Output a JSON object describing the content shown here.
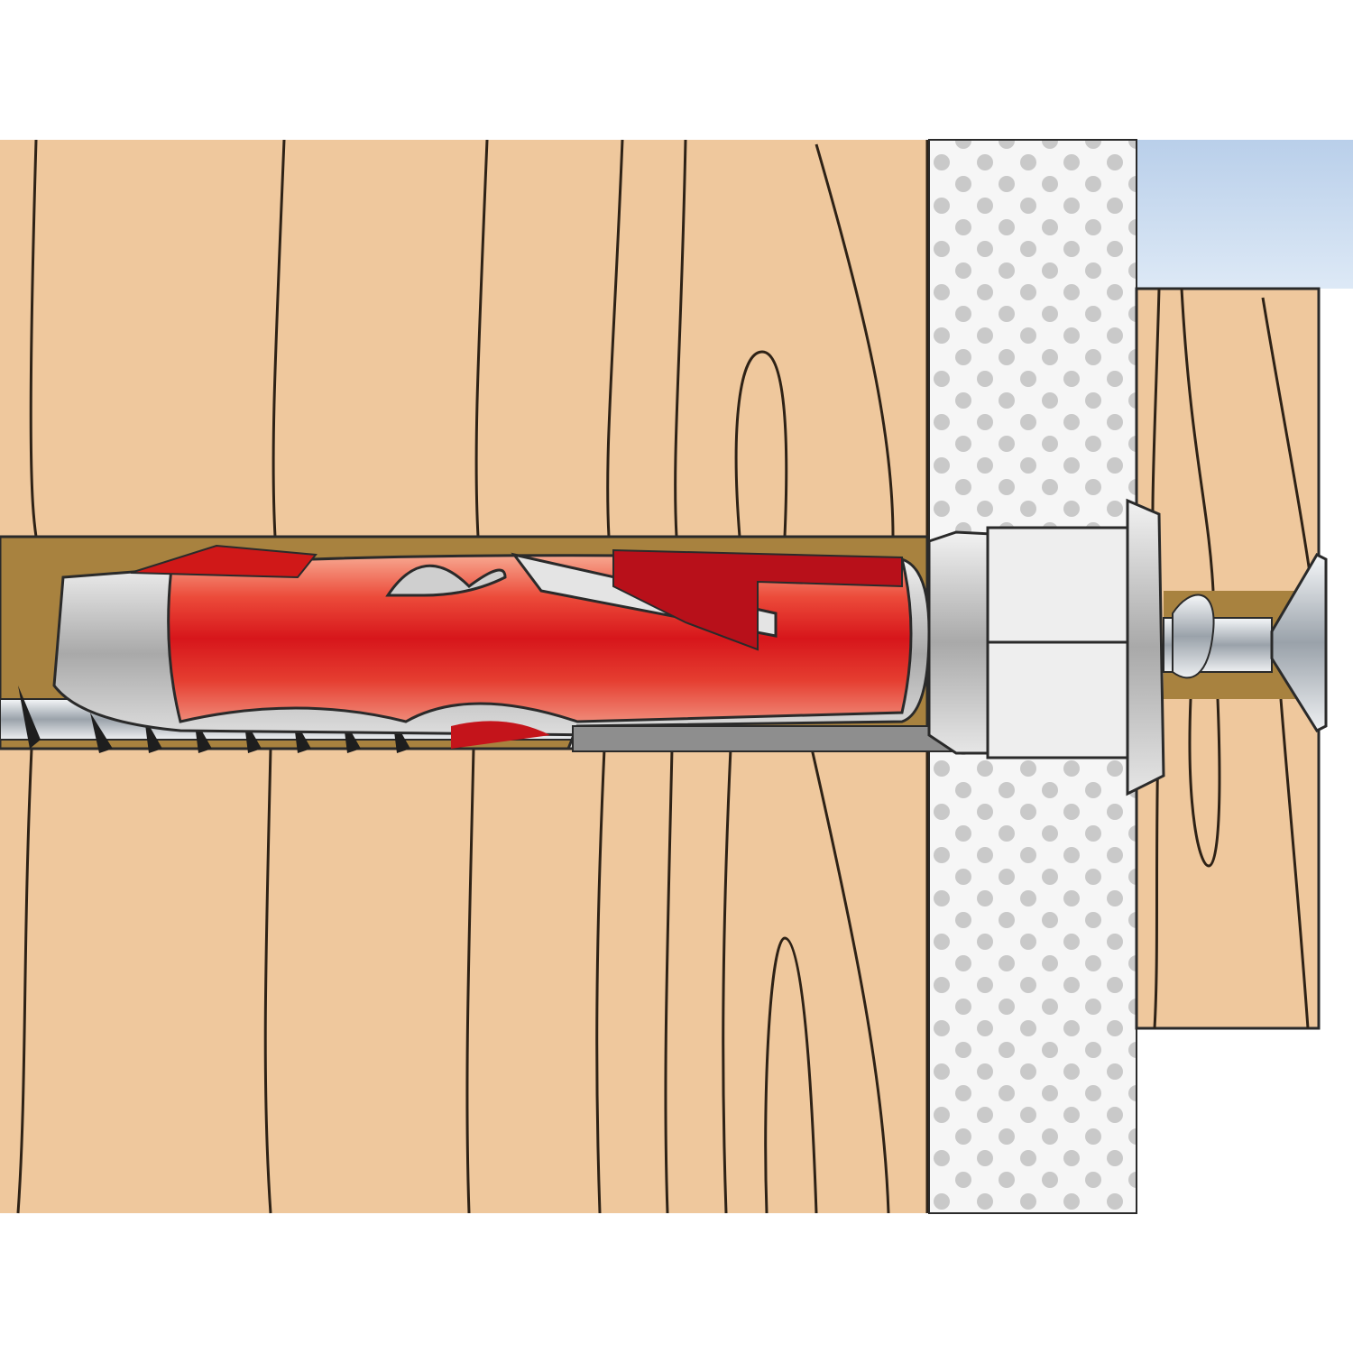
{
  "diagram": {
    "subject": "wall-plug-installed-in-wood-through-plasterboard",
    "colors": {
      "wood": "#EFC89D",
      "wood_grain": "#3a2a1a",
      "drill_hole": "#A8823F",
      "plaster": "#F4F4F4",
      "plaster_dots": "#C8C8C8",
      "air_gap": "#C5D8EE",
      "plug_red": "#E0201C",
      "plug_highlight": "#F59A88",
      "plug_grey": "#BDBDBD",
      "screw_metal": "#D8DCE0",
      "outline": "#2a2a2a"
    },
    "components": [
      "wood-base",
      "plasterboard",
      "drill-hole",
      "red-plug",
      "grey-plug-shell",
      "collar",
      "fixture-board",
      "screw"
    ]
  }
}
